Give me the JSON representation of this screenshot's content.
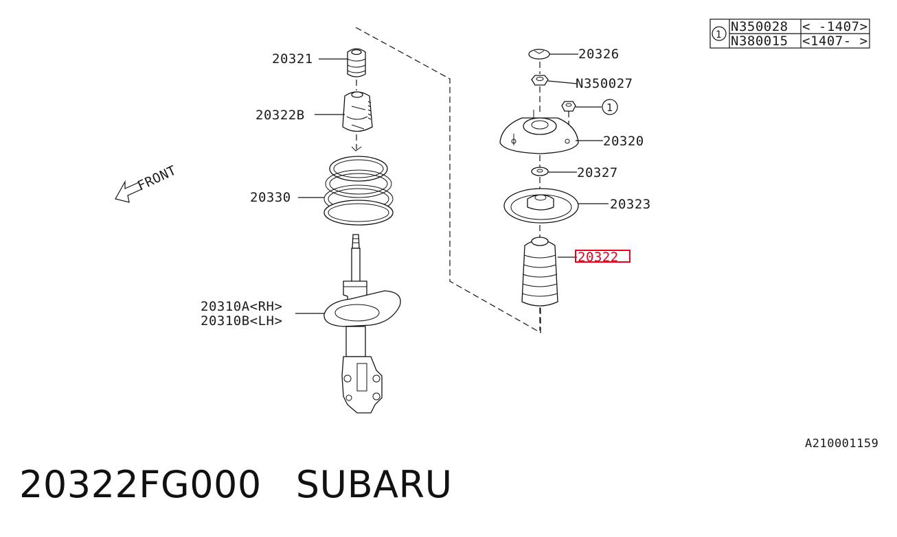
{
  "diagram": {
    "labels": {
      "part_20321": "20321",
      "part_20322b": "20322B",
      "part_20330": "20330",
      "part_20310a": "20310A<RH>",
      "part_20310b": "20310B<LH>",
      "part_20326": "20326",
      "part_n350027": "N350027",
      "part_20320": "20320",
      "part_20327": "20327",
      "part_20323": "20323",
      "part_20322_highlighted": "20322",
      "callout_ref": "1",
      "front_arrow": "FRONT",
      "drawing_code": "A210001159"
    },
    "reference_table": {
      "key": "1",
      "rows": [
        {
          "part": "N350028",
          "range": "< -1407>"
        },
        {
          "part": "N380015",
          "range": "<1407- >"
        }
      ]
    },
    "highlight_color": "#e8001c"
  },
  "caption": {
    "part_number": "20322FG000",
    "brand": "SUBARU"
  }
}
